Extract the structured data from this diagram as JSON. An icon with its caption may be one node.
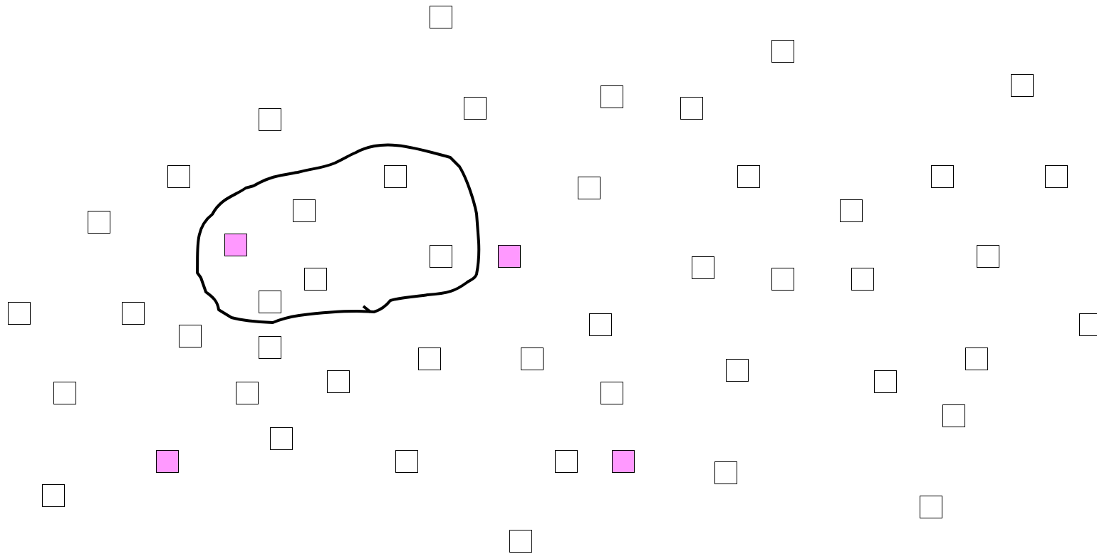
{
  "diagram": {
    "nodes": [
      {
        "text": [],
        "shape": "blob"
      },
      {
        "text": [],
        "shape": "box"
      },
      {
        "text": [],
        "shape": "box"
      },
      {
        "text": [],
        "shape": "box"
      },
      {
        "text": [],
        "shape": "box"
      },
      {
        "text": [],
        "shape": "box"
      },
      {
        "text": [],
        "shape": "box"
      },
      {
        "text": [],
        "shape": "box"
      },
      {
        "text": [],
        "shape": "box"
      },
      {
        "text": [],
        "shape": "box",
        "in": 0
      },
      {
        "text": [],
        "shape": "box"
      },
      {
        "text": [],
        "shape": "box"
      },
      {
        "text": [],
        "shape": "box"
      },
      {
        "text": [],
        "shape": "box"
      },
      {
        "text": [],
        "shape": "box",
        "in": 0
      },
      {
        "text": [],
        "shape": "box"
      },
      {
        "text": [],
        "shape": "box"
      },
      {
        "text": [],
        "shape": "box",
        "in": 0
      },
      {
        "text": [],
        "shape": "box",
        "in": 0
      },
      {
        "text": [],
        "shape": "box"
      },
      {
        "text": [],
        "shape": "box"
      },
      {
        "text": [],
        "shape": "box"
      },
      {
        "text": [],
        "shape": "box",
        "in": 0
      },
      {
        "text": [],
        "shape": "box"
      },
      {
        "text": [],
        "shape": "box"
      },
      {
        "text": [],
        "shape": "box",
        "in": 0
      },
      {
        "text": [],
        "shape": "box"
      },
      {
        "text": [],
        "shape": "box"
      },
      {
        "text": [],
        "shape": "box"
      },
      {
        "text": [],
        "shape": "box"
      },
      {
        "text": [],
        "shape": "box"
      },
      {
        "text": [],
        "shape": "box"
      },
      {
        "text": [],
        "shape": "box"
      },
      {
        "text": [],
        "shape": "box"
      },
      {
        "text": [],
        "shape": "box"
      },
      {
        "text": [],
        "shape": "box"
      },
      {
        "text": [],
        "shape": "box"
      },
      {
        "text": [],
        "shape": "box"
      },
      {
        "text": [],
        "shape": "box"
      },
      {
        "text": [],
        "shape": "box"
      },
      {
        "text": [],
        "shape": "box"
      },
      {
        "text": [],
        "shape": "box"
      },
      {
        "text": [],
        "shape": "box"
      },
      {
        "text": [],
        "shape": "box"
      },
      {
        "text": [],
        "shape": "box"
      },
      {
        "text": [],
        "shape": "box"
      },
      {
        "text": [],
        "shape": "box"
      },
      {
        "text": [],
        "shape": "box"
      },
      {
        "text": [],
        "shape": "box"
      },
      {
        "text": [],
        "shape": "box"
      },
      {
        "text": [],
        "shape": "box"
      }
    ]
  }
}
